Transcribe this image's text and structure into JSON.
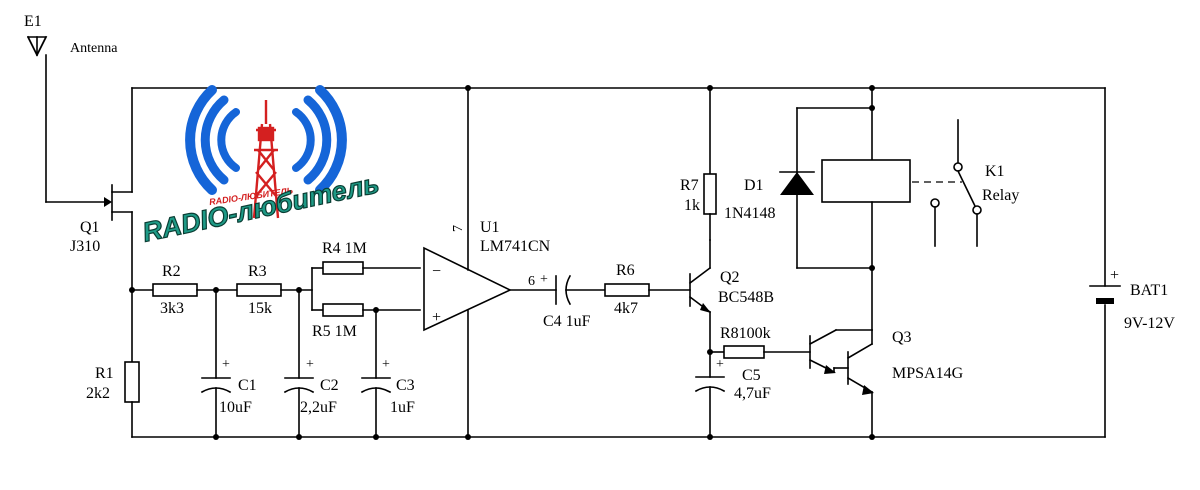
{
  "labels": {
    "e1": "E1",
    "antenna": "Antenna",
    "q1": "Q1",
    "q1_val": "J310",
    "r1": "R1",
    "r1_val": "2k2",
    "r2": "R2",
    "r2_val": "3k3",
    "r3": "R3",
    "r3_val": "15k",
    "r4": "R4 1M",
    "r5": "R5 1M",
    "c1": "C1",
    "c1_val": "10uF",
    "c2": "C2",
    "c2_val": "2,2uF",
    "c3": "C3",
    "c3_val": "1uF",
    "u1": "U1",
    "u1_val": "LM741CN",
    "pin7": "7",
    "pin6": "6",
    "c4": "C4 1uF",
    "r6": "R6",
    "r6_val": "4k7",
    "r7": "R7",
    "r7_val": "1k",
    "d1": "D1",
    "d1_val": "1N4148",
    "k1": "K1",
    "k1_val": "Relay",
    "q2": "Q2",
    "q2_val": "BC548B",
    "r8": "R8100k",
    "c5": "C5",
    "c5_val": "4,7uF",
    "q3": "Q3",
    "q3_val": "MPSA14G",
    "bat1": "BAT1",
    "bat1_val": "9V-12V",
    "plus": "+",
    "minus": "−"
  },
  "logo": {
    "main_text": "RADIO-любитель",
    "small_text": "RADIO-ЛЮБИТЕЛЬ",
    "colors": {
      "wave": "#1565d8",
      "tower": "#d42020",
      "text_fill": "#1e9a86",
      "text_dark": "#0a3d33"
    }
  },
  "colors": {
    "wire": "#000000",
    "background": "#ffffff"
  }
}
